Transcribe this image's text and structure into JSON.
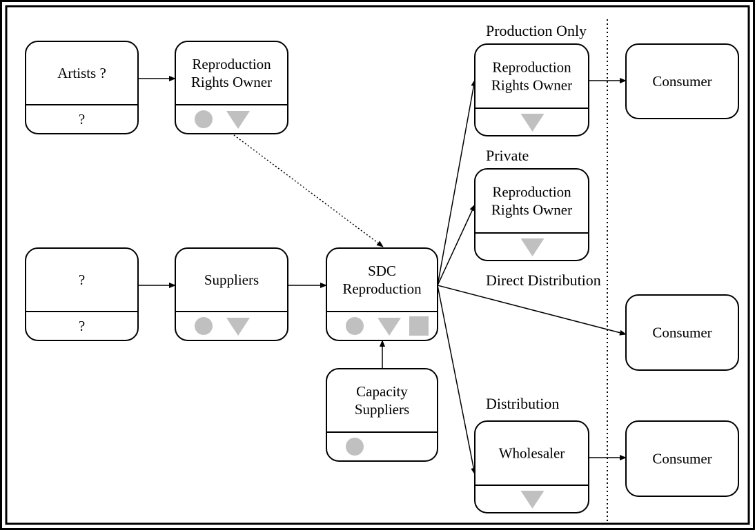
{
  "boxes": {
    "artists": {
      "lines": [
        "Artists ?"
      ],
      "footer": "?"
    },
    "rights_top": {
      "lines": [
        "Reproduction",
        "Rights Owner"
      ],
      "symbols": [
        "circle",
        "triangle"
      ]
    },
    "unknown": {
      "lines": [
        "?"
      ],
      "footer": "?"
    },
    "suppliers": {
      "lines": [
        "Suppliers"
      ],
      "symbols": [
        "circle",
        "triangle"
      ]
    },
    "sdc": {
      "lines": [
        "SDC",
        "Reproduction"
      ],
      "symbols": [
        "circle",
        "triangle",
        "square"
      ]
    },
    "capacity": {
      "lines": [
        "Capacity",
        "Suppliers"
      ],
      "symbols": [
        "circle"
      ]
    },
    "rights_prod": {
      "lines": [
        "Reproduction",
        "Rights Owner"
      ],
      "symbols": [
        "triangle"
      ]
    },
    "rights_private": {
      "lines": [
        "Reproduction",
        "Rights Owner"
      ],
      "symbols": [
        "triangle"
      ]
    },
    "wholesaler": {
      "lines": [
        "Wholesaler"
      ],
      "symbols": [
        "triangle"
      ]
    },
    "consumer_1": {
      "lines": [
        "Consumer"
      ]
    },
    "consumer_2": {
      "lines": [
        "Consumer"
      ]
    },
    "consumer_3": {
      "lines": [
        "Consumer"
      ]
    }
  },
  "routes": {
    "production_only": "Production Only",
    "private": "Private",
    "direct_distribution": "Direct Distribution",
    "distribution": "Distribution"
  },
  "colors": {
    "stroke": "#000000",
    "symbol_fill": "#c0c0c0",
    "background": "#ffffff"
  }
}
